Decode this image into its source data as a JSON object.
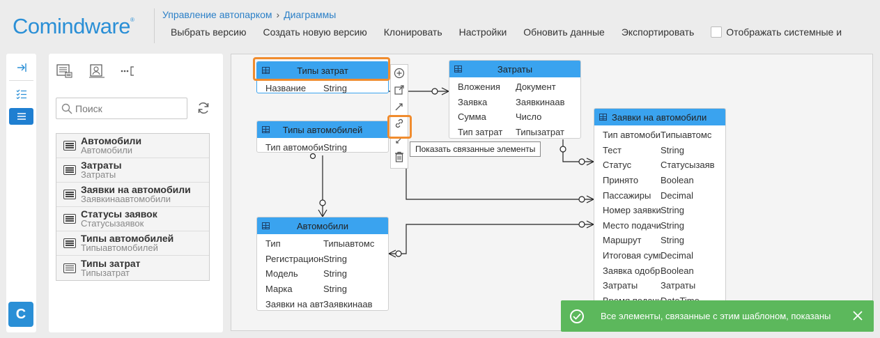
{
  "brand": {
    "name": "Comindware",
    "mark": "®"
  },
  "breadcrumb": {
    "parent": "Управление автопарком",
    "sep": "›",
    "current": "Диаграммы"
  },
  "toolbar": {
    "select_version": "Выбрать версию",
    "new_version": "Создать новую версию",
    "clone": "Клонировать",
    "settings": "Настройки",
    "refresh": "Обновить данные",
    "export": "Экспортировать",
    "show_system": "Отображать системные и"
  },
  "search": {
    "placeholder": "Поиск"
  },
  "templates": [
    {
      "name": "Автомобили",
      "sys": "Автомобили"
    },
    {
      "name": "Затраты",
      "sys": "Затраты"
    },
    {
      "name": "Заявки на автомобили",
      "sys": "Заявкинаавтомобили"
    },
    {
      "name": "Статусы заявок",
      "sys": "Статусызаявок"
    },
    {
      "name": "Типы автомобилей",
      "sys": "Типыавтомобилей"
    },
    {
      "name": "Типы затрат",
      "sys": "Типызатрат"
    }
  ],
  "entities": {
    "cost_types": {
      "title": "Типы затрат",
      "rows": [
        [
          "Название",
          "String"
        ]
      ]
    },
    "car_types": {
      "title": "Типы автомобилей",
      "rows": [
        [
          "Тип автомоби",
          "String"
        ]
      ]
    },
    "costs": {
      "title": "Затраты",
      "rows": [
        [
          "Вложения",
          "Документ"
        ],
        [
          "Заявка",
          "Заявкинаав"
        ],
        [
          "Сумма",
          "Число"
        ],
        [
          "Тип затрат",
          "Типызатрат"
        ]
      ]
    },
    "cars": {
      "title": "Автомобили",
      "rows": [
        [
          "Тип",
          "Типыавтомс"
        ],
        [
          "Регистрацион",
          "String"
        ],
        [
          "Модель",
          "String"
        ],
        [
          "Марка",
          "String"
        ],
        [
          "Заявки на авт",
          "Заявкинаав"
        ]
      ]
    },
    "requests": {
      "title": "Заявки на автомобили",
      "rows": [
        [
          "Тип автомоби",
          "Типыавтомс"
        ],
        [
          "Тест",
          "String"
        ],
        [
          "Статус",
          "Статусызаяв"
        ],
        [
          "Принято",
          "Boolean"
        ],
        [
          "Пассажиры",
          "Decimal"
        ],
        [
          "Номер заявки",
          "String"
        ],
        [
          "Место подачи",
          "String"
        ],
        [
          "Маршрут",
          "String"
        ],
        [
          "Итоговая сумм",
          "Decimal"
        ],
        [
          "Заявка одобре",
          "Boolean"
        ],
        [
          "Затраты",
          "Затраты"
        ],
        [
          "Время подачи",
          "DateTime"
        ]
      ]
    }
  },
  "tooltip": "Показать связанные элементы",
  "toast": {
    "message": "Все элементы, связанные с этим шаблоном, показаны"
  },
  "colors": {
    "accent": "#2a8fd6",
    "entity_header": "#3aa3ef",
    "highlight": "#f08c2e",
    "toast": "#5cb85c"
  }
}
